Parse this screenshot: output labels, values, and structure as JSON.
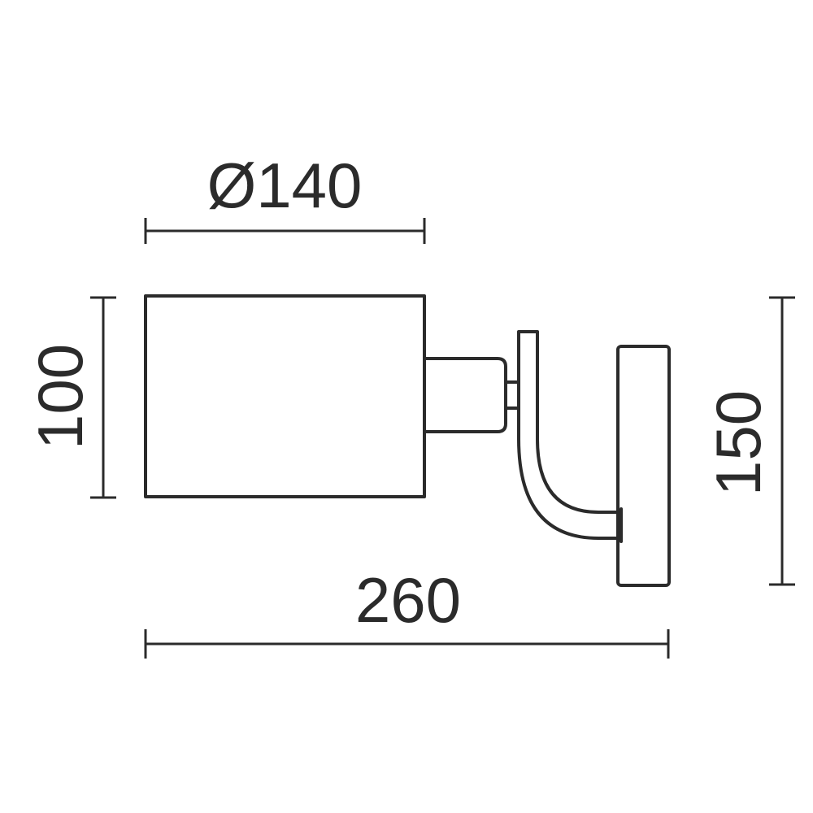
{
  "dimensions": {
    "shade_diameter": "Ø140",
    "shade_height": "100",
    "overall_length": "260",
    "backplate_height": "150"
  },
  "colors": {
    "line": "#2b2b2b",
    "background": "#ffffff"
  }
}
